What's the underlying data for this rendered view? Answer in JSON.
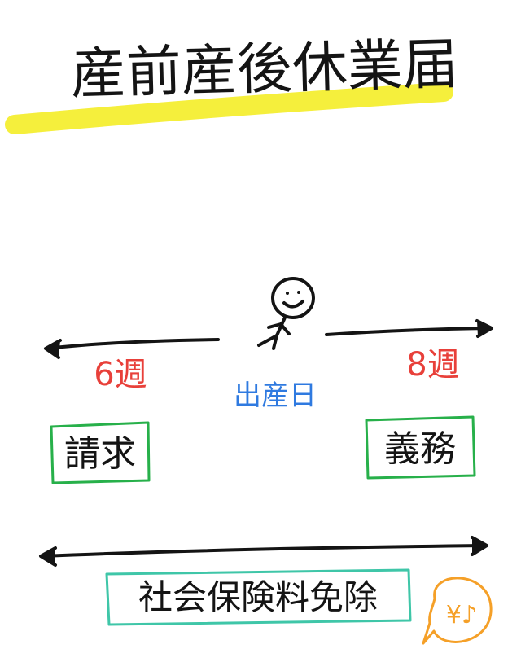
{
  "title": "産前産後休業届",
  "before_birth": "6週",
  "birth_day": "出産日",
  "after_birth": "8週",
  "box_left": "請求",
  "box_right": "義務",
  "insurance_exemption": "社会保険料免除",
  "yen_badge": "¥♪",
  "colors": {
    "ink": "#141414",
    "highlight": "#f5ef3c",
    "red": "#e8403a",
    "blue": "#2f7ae0",
    "green": "#27b04a",
    "teal": "#3fc6a8",
    "orange": "#f5a028"
  }
}
